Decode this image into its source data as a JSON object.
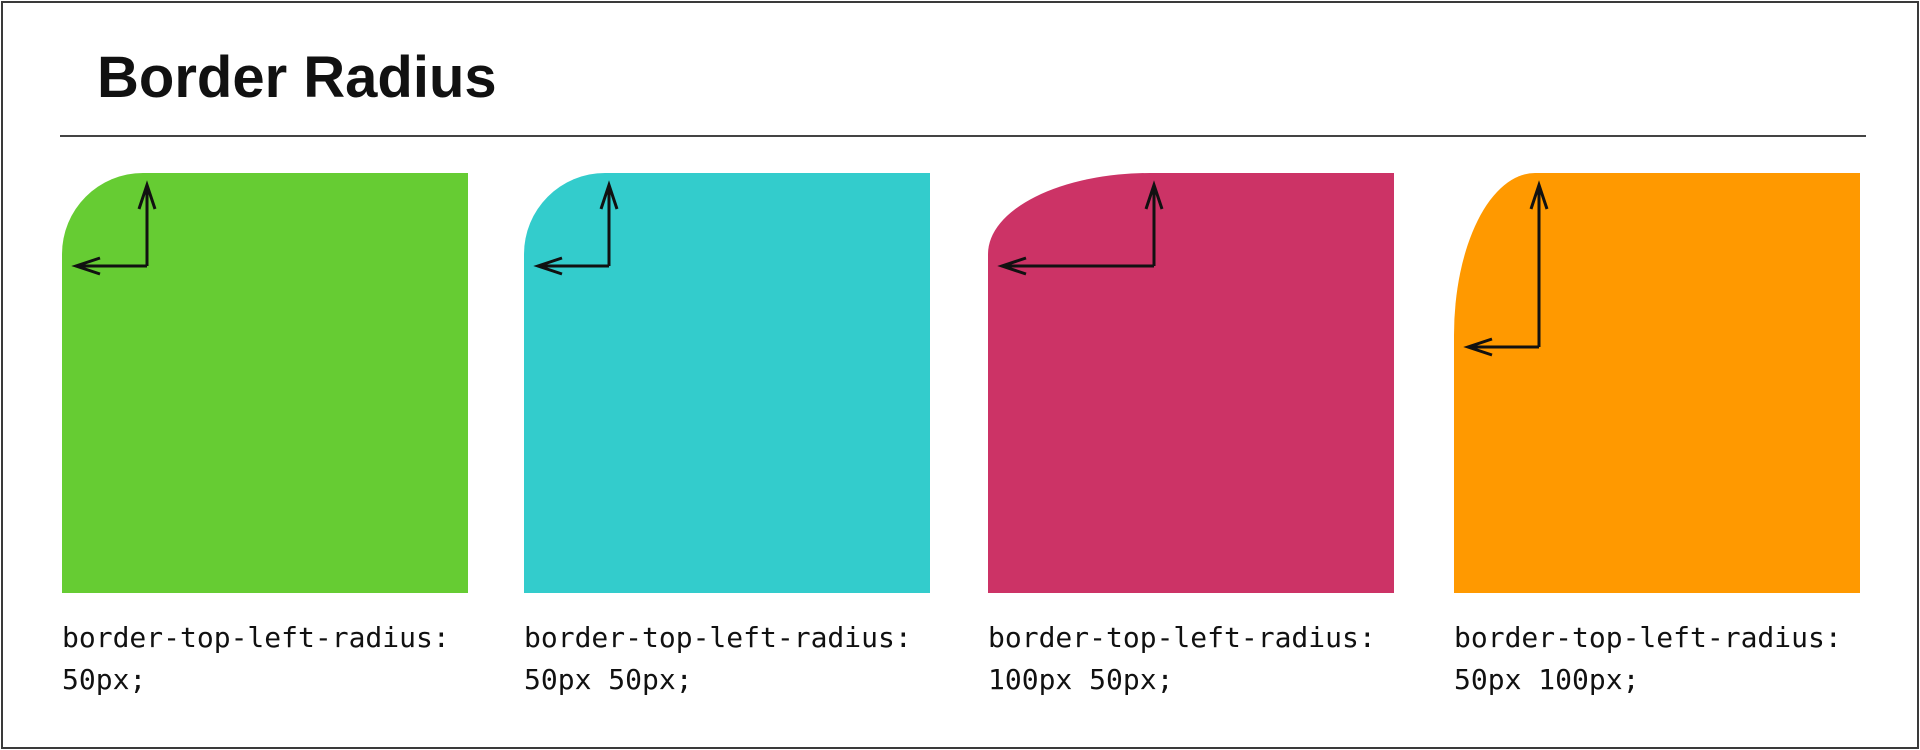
{
  "title": "Border Radius",
  "examples": [
    {
      "property": "border-top-left-radius:",
      "value": "50px;",
      "color": "#66cc33",
      "radius": {
        "horizontal": 50,
        "vertical": 50
      }
    },
    {
      "property": "border-top-left-radius:",
      "value": "50px 50px;",
      "color": "#33cccc",
      "radius": {
        "horizontal": 50,
        "vertical": 50
      }
    },
    {
      "property": "border-top-left-radius:",
      "value": "100px 50px;",
      "color": "#cc3366",
      "radius": {
        "horizontal": 100,
        "vertical": 50
      }
    },
    {
      "property": "border-top-left-radius:",
      "value": "50px 100px;",
      "color": "#ff9900",
      "radius": {
        "horizontal": 50,
        "vertical": 100
      }
    }
  ]
}
